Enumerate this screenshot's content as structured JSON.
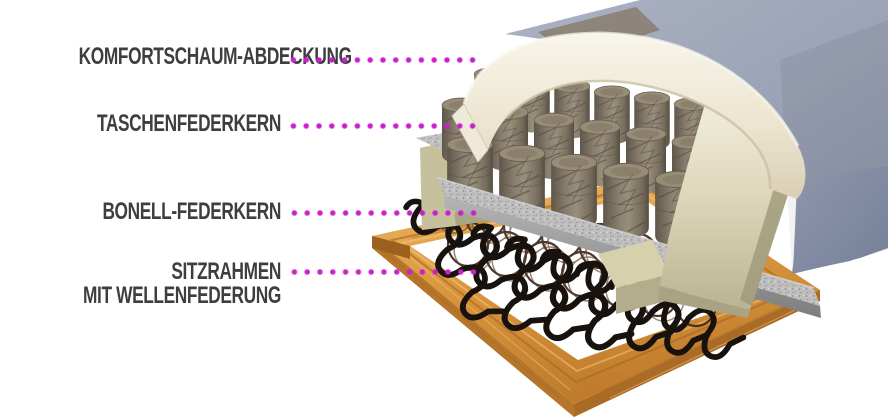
{
  "diagram": {
    "background_color": "#ffffff",
    "accent_dot_color": "#cb1fce",
    "label_text_color": "#3e3e3e",
    "labels": [
      {
        "text": "KOMFORTSCHAUM-ABDECKUNG"
      },
      {
        "text": "TASCHENFEDERKERN"
      },
      {
        "text": "BONELL-FEDERKERN"
      },
      {
        "text": "SITZRAHMEN",
        "text2": "MIT WELLENFEDERUNG"
      }
    ],
    "illustration": {
      "type": "sofa-seat-cutaway",
      "parts": [
        {
          "name": "fabric-cover",
          "color": "#919ab0"
        },
        {
          "name": "comfort-foam-layer",
          "color": "#efe9d7"
        },
        {
          "name": "pocket-spring-cylinders",
          "color": "#7d7260"
        },
        {
          "name": "felt-layer",
          "color": "#bfbfbf"
        },
        {
          "name": "foam-side-blocks",
          "color": "#cdc7a2"
        },
        {
          "name": "bonell-spring-coils",
          "color": "#3a2416"
        },
        {
          "name": "wave-springs",
          "color": "#17120e"
        },
        {
          "name": "wood-seat-frame",
          "color": "#d8943e"
        }
      ]
    }
  }
}
